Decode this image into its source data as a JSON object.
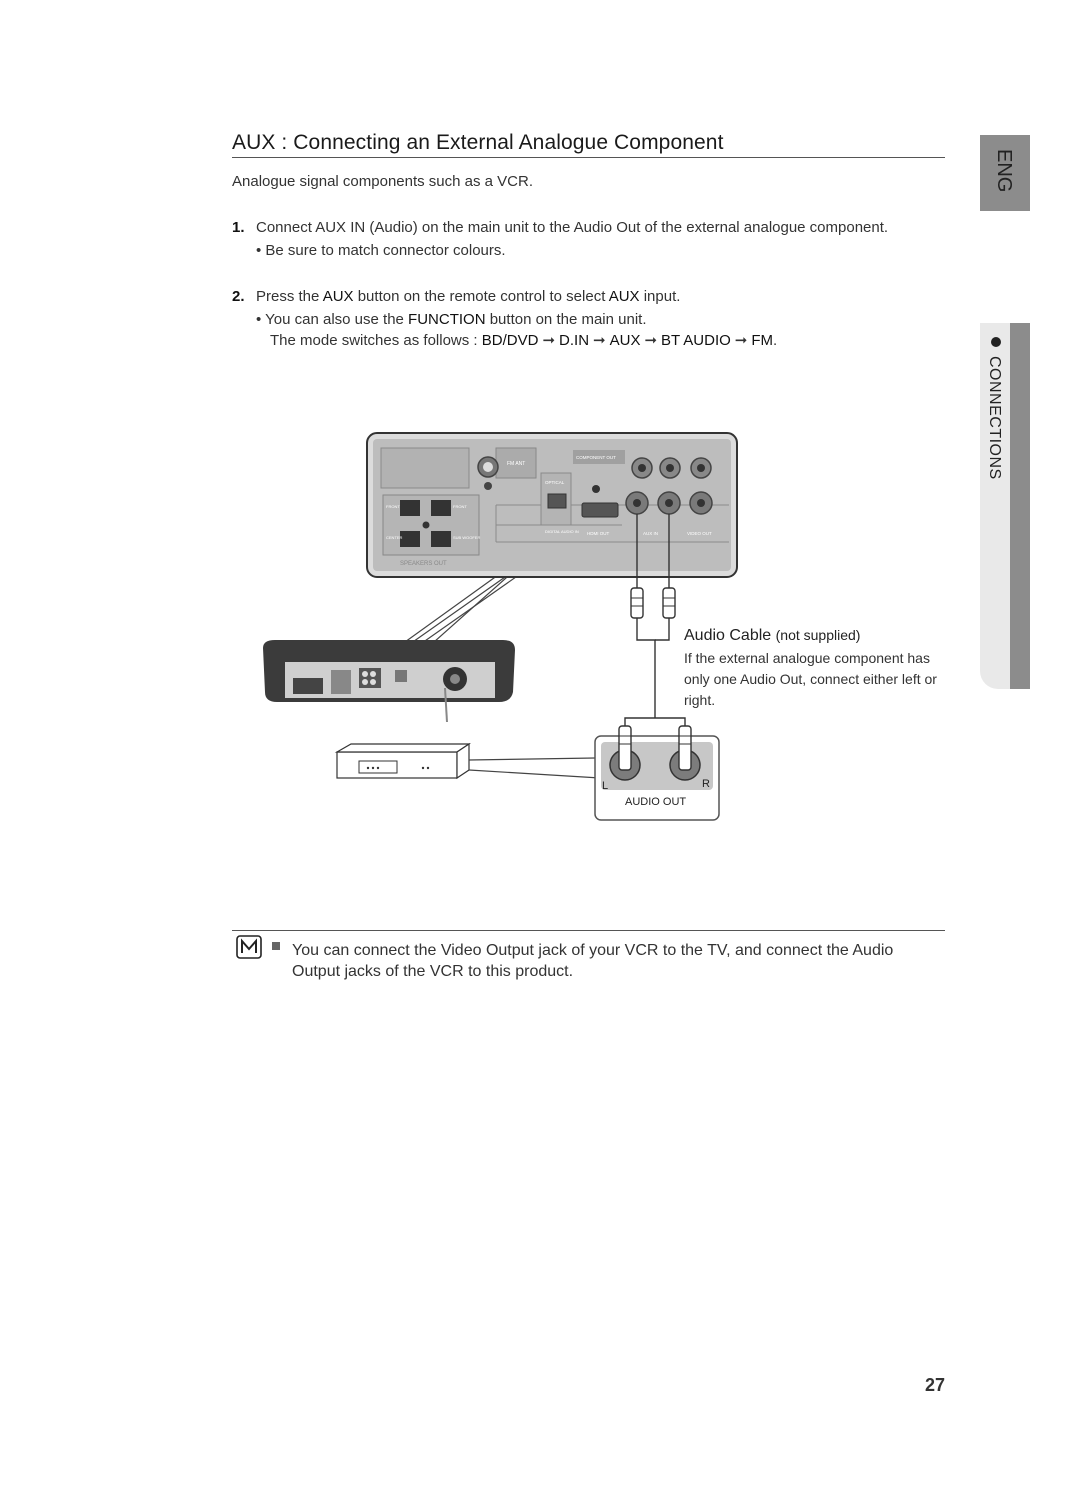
{
  "side": {
    "lang_tab": "ENG",
    "section_tab": "CONNECTIONS"
  },
  "title": "AUX : Connecting an External Analogue Component",
  "intro": "Analogue signal components such as a VCR.",
  "steps": [
    {
      "num": "1.",
      "text": "Connect AUX IN (Audio) on the main unit to the Audio Out of the external analogue component.",
      "bullet": "Be sure to match connector colours."
    },
    {
      "num": "2.",
      "text_pre": "Press the ",
      "text_k1": "AUX",
      "text_mid": " button on the remote control to select ",
      "text_k2": "AUX",
      "text_post": " input.",
      "bullet_pre": "You can also use the ",
      "bullet_key": "FUNCTION",
      "bullet_post": " button on the main unit.",
      "mode_pre": "The mode switches as follows : ",
      "modes": [
        "BD/DVD",
        "D.IN",
        "AUX",
        "BT AUDIO",
        "FM"
      ],
      "mode_end": "."
    }
  ],
  "diagram": {
    "panel_labels": {
      "fm_ant": "FM ANT",
      "component_out": "COMPONENT OUT",
      "optical": "OPTICAL",
      "digital_audio_in": "DIGITAL AUDIO IN",
      "hdmi_out": "HDMI OUT",
      "aux_in": "AUX IN",
      "video_out": "VIDEO OUT",
      "front_l": "FRONT",
      "front_r": "FRONT",
      "center": "CENTER",
      "subwoofer": "SUB WOOFER",
      "speakers_out": "SPEAKERS OUT"
    },
    "cable_title": "Audio Cable",
    "cable_note": "(not supplied)",
    "cable_desc": "If the external analogue component has only one Audio Out, connect either left or right.",
    "audio_out_label": "AUDIO OUT",
    "left_label": "L",
    "right_label": "R"
  },
  "note": "You can connect the Video Output jack of your VCR to the TV, and connect the Audio Output jacks of the VCR to this product.",
  "page_number": "27",
  "colors": {
    "tab_gray": "#8c8c8c",
    "panel_gray": "#b9b9b9",
    "panel_dark": "#3b3b3b"
  }
}
